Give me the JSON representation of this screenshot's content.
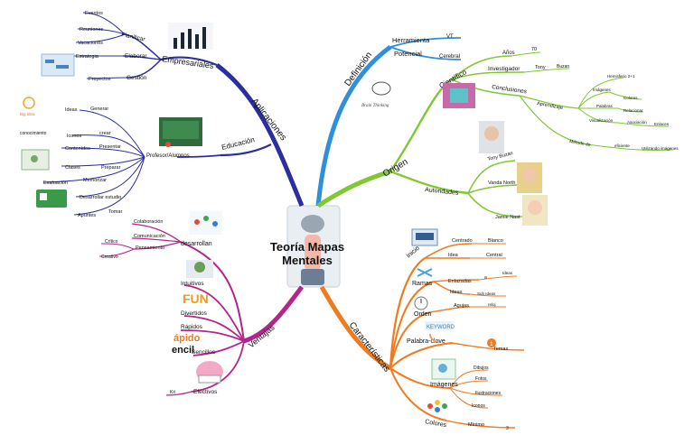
{
  "center": {
    "title_line1": "Teoría Mapas",
    "title_line2": "Mentales"
  },
  "colors": {
    "aplicaciones": "#2b2f9e",
    "definicion": "#2f8fd8",
    "origen": "#7ec832",
    "caracteristicas": "#f07a1e",
    "ventajas": "#b5248c"
  },
  "branches": {
    "aplicaciones": {
      "label": "Aplicaciones",
      "empresariales": {
        "label": "Empresariales",
        "planificar": "Planificar",
        "planificar_items": [
          "Eventos",
          "Reuniones",
          "Vacaciones"
        ],
        "elaborar": "Elaborar",
        "elaborar_items": [
          "Estrategia"
        ],
        "gestion": "Gestión",
        "gestion_items": [
          "Proyectos"
        ]
      },
      "educacion": {
        "label": "Educación",
        "profesor_alumnos": "Profesor/Alumnos",
        "items": [
          {
            "verb": "Generar",
            "obj": "Ideas"
          },
          {
            "verb": "crear",
            "obj": "Iconos"
          },
          {
            "verb": "Presentar",
            "obj": "Contenidos"
          },
          {
            "verb": "Preparar",
            "obj": "Clases"
          },
          {
            "verb": "Memorizar",
            "obj": "Evaluación"
          },
          {
            "verb": "Desarrollar estudio",
            "obj": ""
          },
          {
            "verb": "Tomar",
            "obj": "Apuntes"
          }
        ],
        "extra": "conocimiento"
      }
    },
    "definicion": {
      "label": "Definición",
      "herramienta": "Herramienta",
      "herramienta_val": "VT",
      "potencial": "Potencial",
      "potencial_val": "Cerebral"
    },
    "origen": {
      "label": "Origen",
      "cientifico": "Científico",
      "anos": "Años",
      "anos_val": "70",
      "investigador": "Investigador",
      "investigador_val": "Tony",
      "investigador_val2": "Buzan",
      "conclusiones": "Conclusiones",
      "aprendizaje": "Aprendizaje",
      "concl_items": [
        "Hemisferio 2+1",
        "Imágenes",
        "Colores",
        "Palabras",
        "Relacionar",
        "Visualización",
        "Asociación",
        "Enlaces"
      ],
      "metodo": "Método de",
      "metodo_items": [
        "eficiente",
        "Utilizando imágenes"
      ],
      "autoridades": "Autoridades",
      "autoridades_items": [
        "Tony Buzan",
        "Vanda North",
        "Jamie Nast"
      ]
    },
    "caracteristicas": {
      "label": "Características",
      "inicio": "Inicio",
      "inicio_items": [
        {
          "a": "Centrado",
          "b": "Blanco"
        },
        {
          "a": "Idea",
          "b": "Central"
        }
      ],
      "ramas": "Ramas",
      "ramas_items": [
        {
          "a": "Enlazadas",
          "b": "a"
        },
        {
          "a": "Ideas",
          "b": "Sub Ideas"
        }
      ],
      "ramas_extra": "Ideas",
      "orden": "Orden",
      "orden_items": [
        "Agujas",
        "reloj"
      ],
      "palabra": "Palabra-clave",
      "palabra_items": [
        "Temas"
      ],
      "imagenes": "Imágenes",
      "imagenes_items": [
        "Dibujos",
        "Fotos",
        "Ilustraciones",
        "Iconos"
      ],
      "colores": "Colores",
      "colores_items": [
        "Mínimo",
        "3"
      ],
      "keyword": "KEYWORD"
    },
    "ventajas": {
      "label": "Ventajas",
      "desarrollan": "desarrollan",
      "desarrollan_items": [
        "Colaboración",
        "Comunicación",
        "Pensamiento"
      ],
      "pensamiento_items": [
        "Crítico",
        "Creativo"
      ],
      "intuitivos": "Intuitivos",
      "divertidos": "Divertidos",
      "rapidos": "Rápidos",
      "sencillos": "Sencillos",
      "efectivos": "Efectivos",
      "efectivos_extra": "Kit",
      "fun_text": "FUN",
      "rapido_text": "ápido",
      "sencillo_text": "encil",
      "idea_lamp_text": "Big Idea",
      "thinking_text": "Brain Thinking"
    }
  }
}
